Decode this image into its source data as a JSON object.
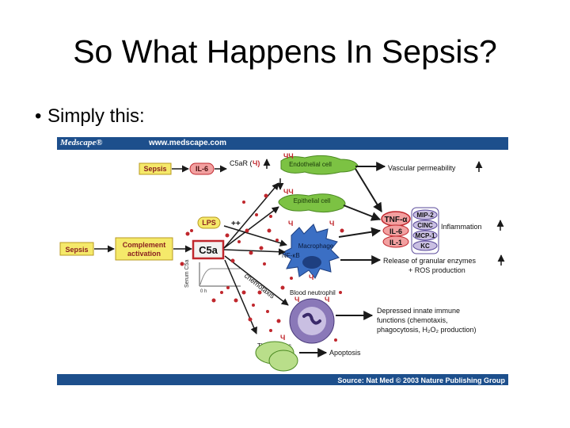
{
  "slide": {
    "title": "So What Happens In Sepsis?",
    "bullet": "Simply this:"
  },
  "figure": {
    "header_logo": "Medscape®",
    "header_url": "www.medscape.com",
    "source": "Source: Nat Med © 2003 Nature Publishing Group",
    "boxes": {
      "sepsis_top": "Sepsis",
      "il6_input": "IL-6",
      "c5ar": "C5aR (",
      "sepsis_left": "Sepsis",
      "complement_line1": "Complement",
      "complement_line2": "activation",
      "lps": "LPS",
      "plus": "++",
      "c5a": "C5a",
      "serum_c5a": "Serum C5a",
      "time_axis": "0   h"
    },
    "cells": {
      "endothelial": "Endothelial cell",
      "epithelial": "Epithelial cell",
      "macrophage": "Macrophage",
      "nfkb": "NF-κB",
      "neutrophil": "Blood neutrophil",
      "thymocytes": "Thymocytes",
      "chemotaxis": "chemotaxis"
    },
    "cytokines": {
      "tnf": "TNF-α",
      "il6": "IL-6",
      "il1": "IL-1",
      "mip2": "MIP-2",
      "cinc": "CINC",
      "mcp1": "MCP-1",
      "kc": "KC"
    },
    "outcomes": {
      "vascular": "Vascular permeability",
      "inflammation": "Inflammation",
      "granular_line1": "Release of granular enzymes",
      "granular_line2": "+ ROS production",
      "depressed_line1": "Depressed innate immune",
      "depressed_line2": "functions (chemotaxis,",
      "depressed_line3": "phagocytosis, H₂O₂ production)",
      "apoptosis": "Apoptosis"
    },
    "colors": {
      "header": "#1d4f8c",
      "label_box": "#f5e96a",
      "red": "#c0272d",
      "green_cell": "#7cc243",
      "macrophage": "#3b6fc4",
      "neutrophil": "#8a78b8",
      "arrow": "#1a1a1a"
    }
  }
}
